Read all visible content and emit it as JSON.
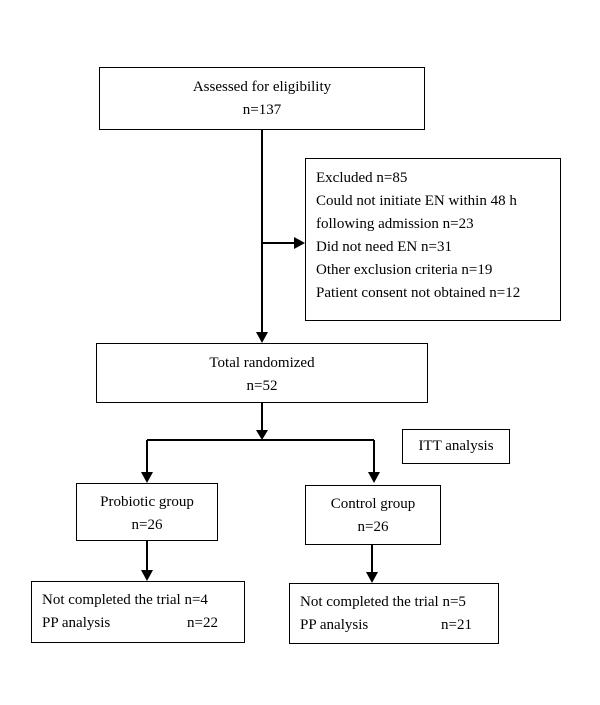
{
  "assessed": {
    "title": "Assessed for eligibility",
    "count": "n=137"
  },
  "excluded": {
    "lines": [
      "Excluded n=85",
      "Could not initiate EN within 48 h",
      "following admission n=23",
      "Did not need EN n=31",
      "Other exclusion criteria n=19",
      "Patient consent not obtained n=12"
    ]
  },
  "randomized": {
    "title": "Total randomized",
    "count": "n=52"
  },
  "itt": {
    "label": "ITT analysis"
  },
  "probiotic": {
    "title": "Probiotic group",
    "count": "n=26",
    "not_completed": "Not completed the trial n=4",
    "pp_label": "PP analysis",
    "pp_count": "n=22"
  },
  "control": {
    "title": "Control group",
    "count": "n=26",
    "not_completed": "Not completed the trial n=5",
    "pp_label": "PP analysis",
    "pp_count": "n=21"
  }
}
